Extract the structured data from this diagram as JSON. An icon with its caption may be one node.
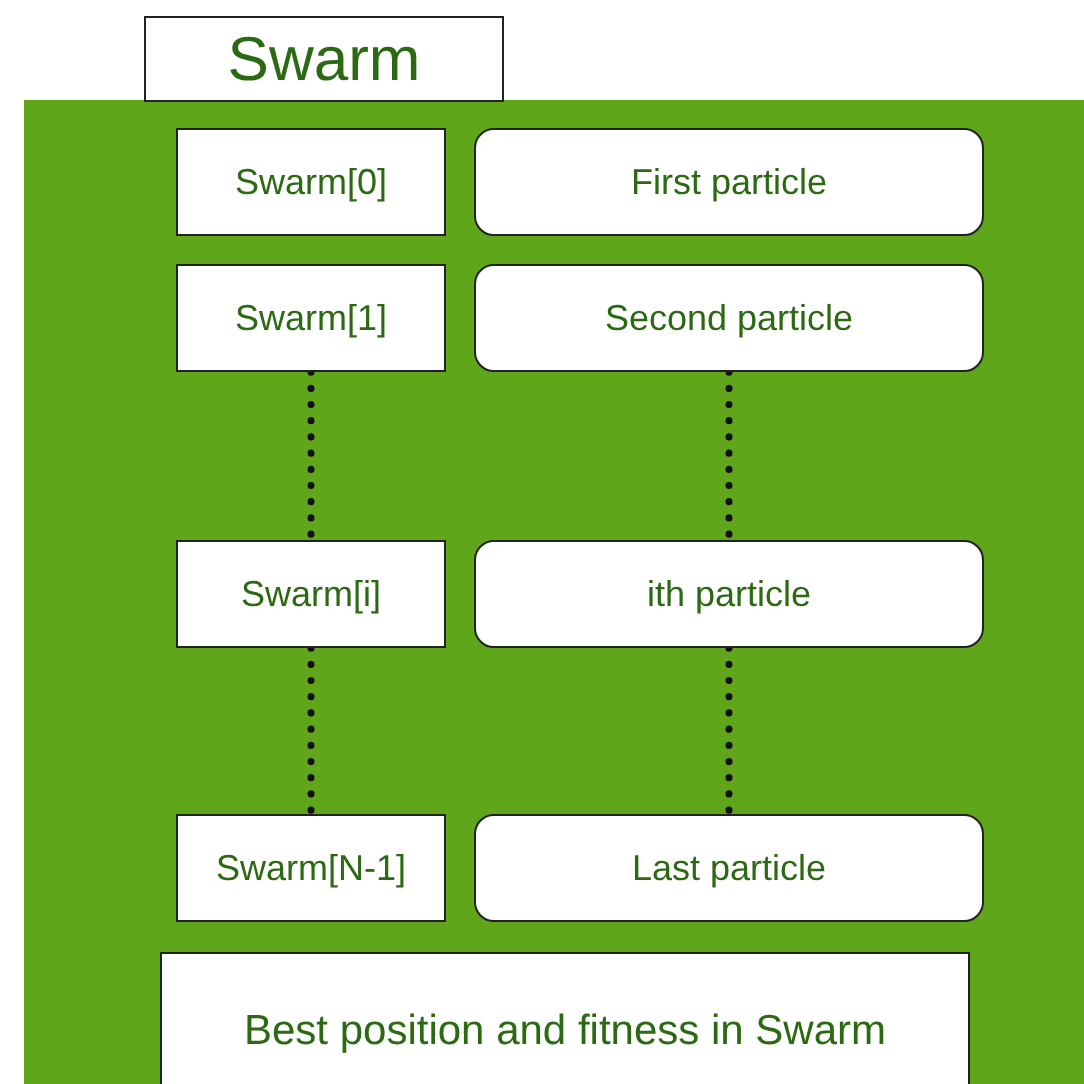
{
  "diagram": {
    "nodes": [
      {
        "text": [
          "Swarm"
        ]
      },
      {
        "text": [
          "Swarm[0]"
        ],
        "in": 0
      },
      {
        "text": [
          "First particle"
        ],
        "in": 0
      },
      {
        "text": [
          "Swarm[1]"
        ],
        "in": 0
      },
      {
        "text": [
          "Second particle"
        ],
        "in": 0
      },
      {
        "text": [
          "Swarm[i]"
        ],
        "in": 0
      },
      {
        "text": [
          "ith particle"
        ],
        "in": 0
      },
      {
        "text": [
          "Swarm[N-1]"
        ],
        "in": 0
      },
      {
        "text": [
          "Last particle"
        ],
        "in": 0
      },
      {
        "text": [
          "Best position and fitness in Swarm"
        ],
        "in": 0
      }
    ],
    "edges": [
      {
        "from": 3,
        "to": 5,
        "arrow": "none",
        "style": "dashed"
      },
      {
        "from": 4,
        "to": 6,
        "arrow": "none",
        "style": "dashed"
      },
      {
        "from": 5,
        "to": 7,
        "arrow": "none",
        "style": "dashed"
      },
      {
        "from": 6,
        "to": 8,
        "arrow": "none",
        "style": "dashed"
      }
    ]
  }
}
